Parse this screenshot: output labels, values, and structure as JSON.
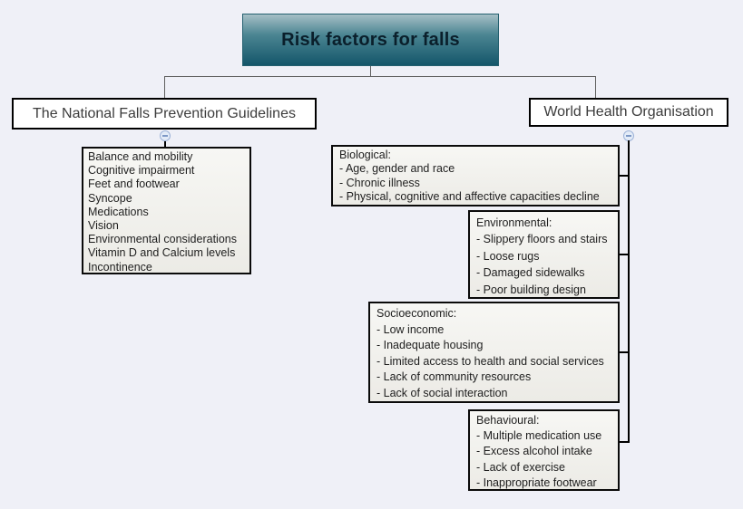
{
  "title": "Risk factors for falls",
  "left_branch": {
    "header": "The National Falls Prevention Guidelines",
    "items": [
      "Balance and mobility",
      "Cognitive impairment",
      "Feet and footwear",
      "Syncope",
      "Medications",
      "Vision",
      "Environmental considerations",
      "Vitamin D and Calcium levels",
      "Incontinence"
    ]
  },
  "right_branch": {
    "header": "World Health Organisation",
    "categories": [
      {
        "name": "Biological:",
        "items": [
          "- Age, gender and race",
          "- Chronic illness",
          "- Physical, cognitive and affective capacities decline"
        ]
      },
      {
        "name": "Environmental:",
        "items": [
          "- Slippery floors and stairs",
          "- Loose rugs",
          "- Damaged sidewalks",
          "- Poor building design"
        ]
      },
      {
        "name": "Socioeconomic:",
        "items": [
          "- Low income",
          "- Inadequate housing",
          "- Limited access to health and social services",
          "- Lack of community resources",
          "- Lack of social interaction"
        ]
      },
      {
        "name": "Behavioural:",
        "items": [
          "- Multiple medication use",
          "- Excess alcohol intake",
          "- Lack of exercise",
          "- Inappropriate footwear"
        ]
      }
    ]
  },
  "colors": {
    "background": "#eff0f7",
    "title_gradient_top": "#a6bfc6",
    "title_gradient_bottom": "#14566a",
    "node_border": "#000000",
    "connector_thin": "#5f5f5f",
    "connector_thick": "#000000",
    "collapse_icon_fill": "#e3ebf7",
    "collapse_icon_border": "#9db3d8"
  }
}
